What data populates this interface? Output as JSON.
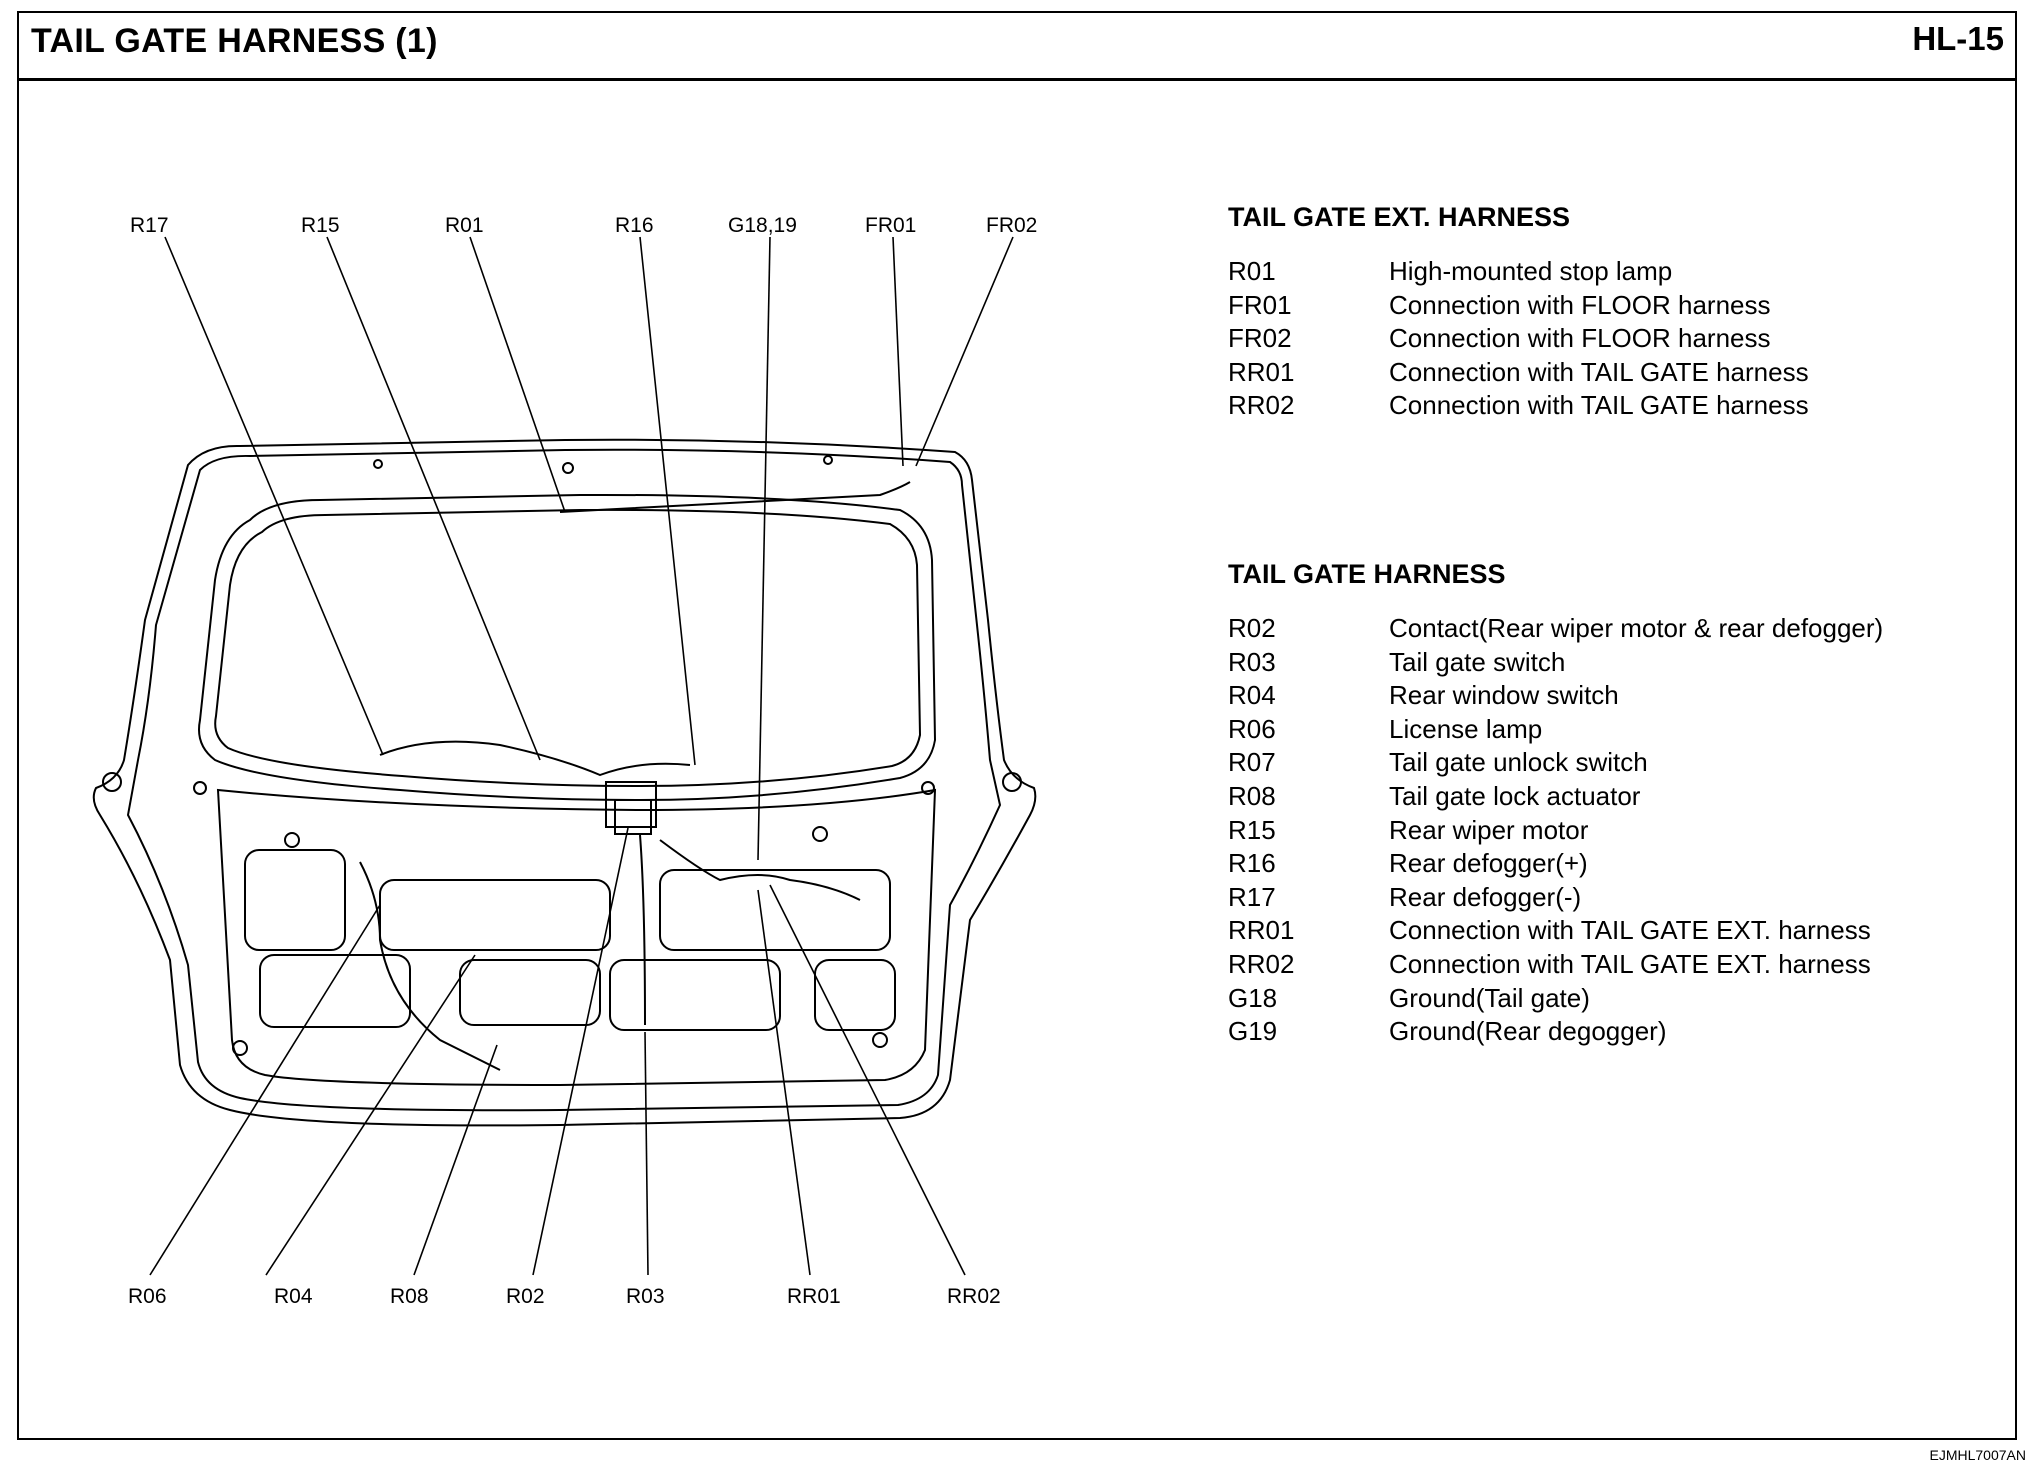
{
  "header": {
    "title": "TAIL GATE HARNESS (1)",
    "page_number": "HL-15"
  },
  "footer": {
    "drawing_code": "EJMHL7007AN"
  },
  "diagram": {
    "top_labels": [
      "R17",
      "R15",
      "R01",
      "R16",
      "G18,19",
      "FR01",
      "FR02"
    ],
    "bottom_labels": [
      "R06",
      "R04",
      "R08",
      "R02",
      "R03",
      "RR01",
      "RR02"
    ]
  },
  "legend": {
    "ext_harness": {
      "heading": "TAIL GATE EXT. HARNESS",
      "rows": [
        {
          "code": "R01",
          "desc": "High-mounted stop lamp"
        },
        {
          "code": "FR01",
          "desc": "Connection with FLOOR harness"
        },
        {
          "code": "FR02",
          "desc": "Connection with FLOOR harness"
        },
        {
          "code": "RR01",
          "desc": "Connection with TAIL GATE harness"
        },
        {
          "code": "RR02",
          "desc": "Connection with TAIL GATE harness"
        }
      ]
    },
    "harness": {
      "heading": "TAIL GATE HARNESS",
      "rows": [
        {
          "code": "R02",
          "desc": "Contact(Rear wiper motor & rear defogger)"
        },
        {
          "code": "R03",
          "desc": "Tail gate switch"
        },
        {
          "code": "R04",
          "desc": "Rear window switch"
        },
        {
          "code": "R06",
          "desc": "License lamp"
        },
        {
          "code": "R07",
          "desc": "Tail gate unlock switch"
        },
        {
          "code": "R08",
          "desc": "Tail gate lock actuator"
        },
        {
          "code": "R15",
          "desc": "Rear wiper motor"
        },
        {
          "code": "R16",
          "desc": "Rear defogger(+)"
        },
        {
          "code": "R17",
          "desc": "Rear defogger(-)"
        },
        {
          "code": "RR01",
          "desc": "Connection with TAIL GATE EXT. harness"
        },
        {
          "code": "RR02",
          "desc": "Connection with TAIL GATE EXT. harness"
        },
        {
          "code": "G18",
          "desc": "Ground(Tail gate)"
        },
        {
          "code": "G19",
          "desc": "Ground(Rear degogger)"
        }
      ]
    }
  }
}
